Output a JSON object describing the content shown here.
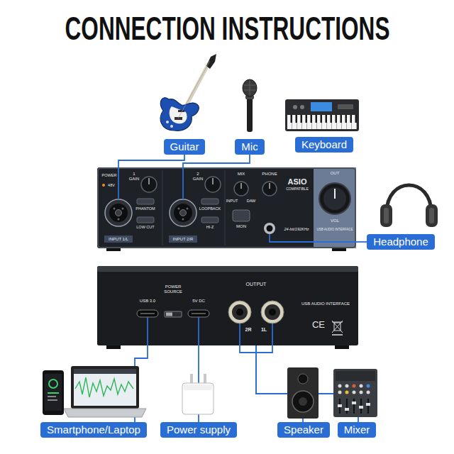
{
  "diagram": {
    "title": "CONNECTION INSTRUCTIONS",
    "nodes": [
      {
        "text": [
          "Guitar"
        ]
      },
      {
        "text": [
          "Mic"
        ]
      },
      {
        "text": [
          "Keyboard"
        ]
      },
      {
        "text": [
          "POWER",
          "48V",
          "1 GAIN",
          "PHANTOM",
          "LOW CUT",
          "INPUT 1/L",
          "2 GAIN",
          "LOOPBACK",
          "HI-Z",
          "INPUT 2/R",
          "MIX",
          "INPUT",
          "DAW",
          "MON",
          "PHONE",
          "ASIO",
          "COMPATIBLE",
          "24-bit/192KHz",
          "OUT",
          "VOL",
          "USB AUDIO INTERFACE"
        ]
      },
      {
        "text": [
          "Headphone"
        ]
      },
      {
        "text": [
          "USB 3.0",
          "POWER SOURCE",
          "5V DC",
          "OUTPUT",
          "2R",
          "1L",
          "USB AUDIO INTERFACE",
          "CE"
        ]
      },
      {
        "text": [
          "Smartphone/Laptop"
        ]
      },
      {
        "text": [
          "Power supply"
        ]
      },
      {
        "text": [
          "Speaker"
        ]
      },
      {
        "text": [
          "Mixer"
        ]
      }
    ],
    "edges": [
      {
        "from": 0,
        "to": 3,
        "arrow": "none"
      },
      {
        "from": 1,
        "to": 3,
        "arrow": "none"
      },
      {
        "from": 3,
        "to": 4,
        "arrow": "none"
      },
      {
        "from": 5,
        "to": 6,
        "arrow": "none"
      },
      {
        "from": 5,
        "to": 7,
        "arrow": "none"
      },
      {
        "from": 5,
        "to": 8,
        "arrow": "none"
      },
      {
        "from": 5,
        "to": 9,
        "arrow": "none"
      }
    ]
  }
}
